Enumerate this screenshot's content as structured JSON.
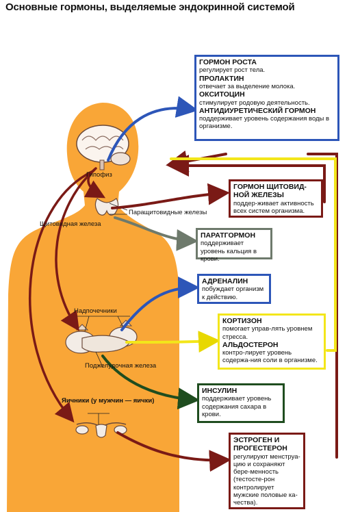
{
  "title": "Основные гормоны, выделяемые эндокринной системой",
  "colors": {
    "body": "#f9a637",
    "blue": "#2d56b8",
    "darkred": "#7a1a16",
    "yellow": "#f3e61a",
    "gray": "#6e7a6c",
    "green": "#1f4d1f"
  },
  "labels": {
    "hypophysis": "Гипофиз",
    "parathyroid": "Паращитовидные железы",
    "thyroid": "Щитовидная железа",
    "adrenal": "Надпочечники",
    "pancreas": "Поджелудочная железа",
    "ovaries": "Яичники (у мужчин — яички)"
  },
  "boxes": {
    "pituitary": {
      "items": [
        {
          "title": "ГОРМОН РОСТА",
          "text": "регулирует рост тела."
        },
        {
          "title": "ПРОЛАКТИН",
          "text": "отвечает за выделение молока."
        },
        {
          "title": "ОКСИТОЦИН",
          "text": "стимулирует родовую деятельность."
        },
        {
          "title": "АНТИДИУРЕТИЧЕСКИЙ ГОРМОН",
          "text": "поддерживает уровень содержания воды в организме."
        }
      ]
    },
    "thyroid": {
      "title": "ГОРМОН ЩИТОВИД-НОЙ ЖЕЛЕЗЫ",
      "text": "поддер-живает активность всех систем организма."
    },
    "parathyroid": {
      "title": "ПАРАТГОРМОН",
      "text": "поддерживает уровень кальция в крови."
    },
    "adrenaline": {
      "title": "АДРЕНАЛИН",
      "text": "побуждает организм к действию."
    },
    "cortisol": {
      "title": "КОРТИЗОН",
      "text": "помогает управ-лять уровнем стресса."
    },
    "aldosterone": {
      "title": "АЛЬДОСТЕРОН",
      "text": "контро-лирует уровень содержа-ния соли в организме."
    },
    "insulin": {
      "title": "ИНСУЛИН",
      "text": "поддерживает уровень содержания сахара в крови."
    },
    "estrogen": {
      "title": "ЭСТРОГЕН И ПРОГЕСТЕРОН",
      "text": "регулируют менструа-цию и сохраняют бере-менность (тестосте-рон контролирует мужские половые ка-чества)."
    }
  }
}
